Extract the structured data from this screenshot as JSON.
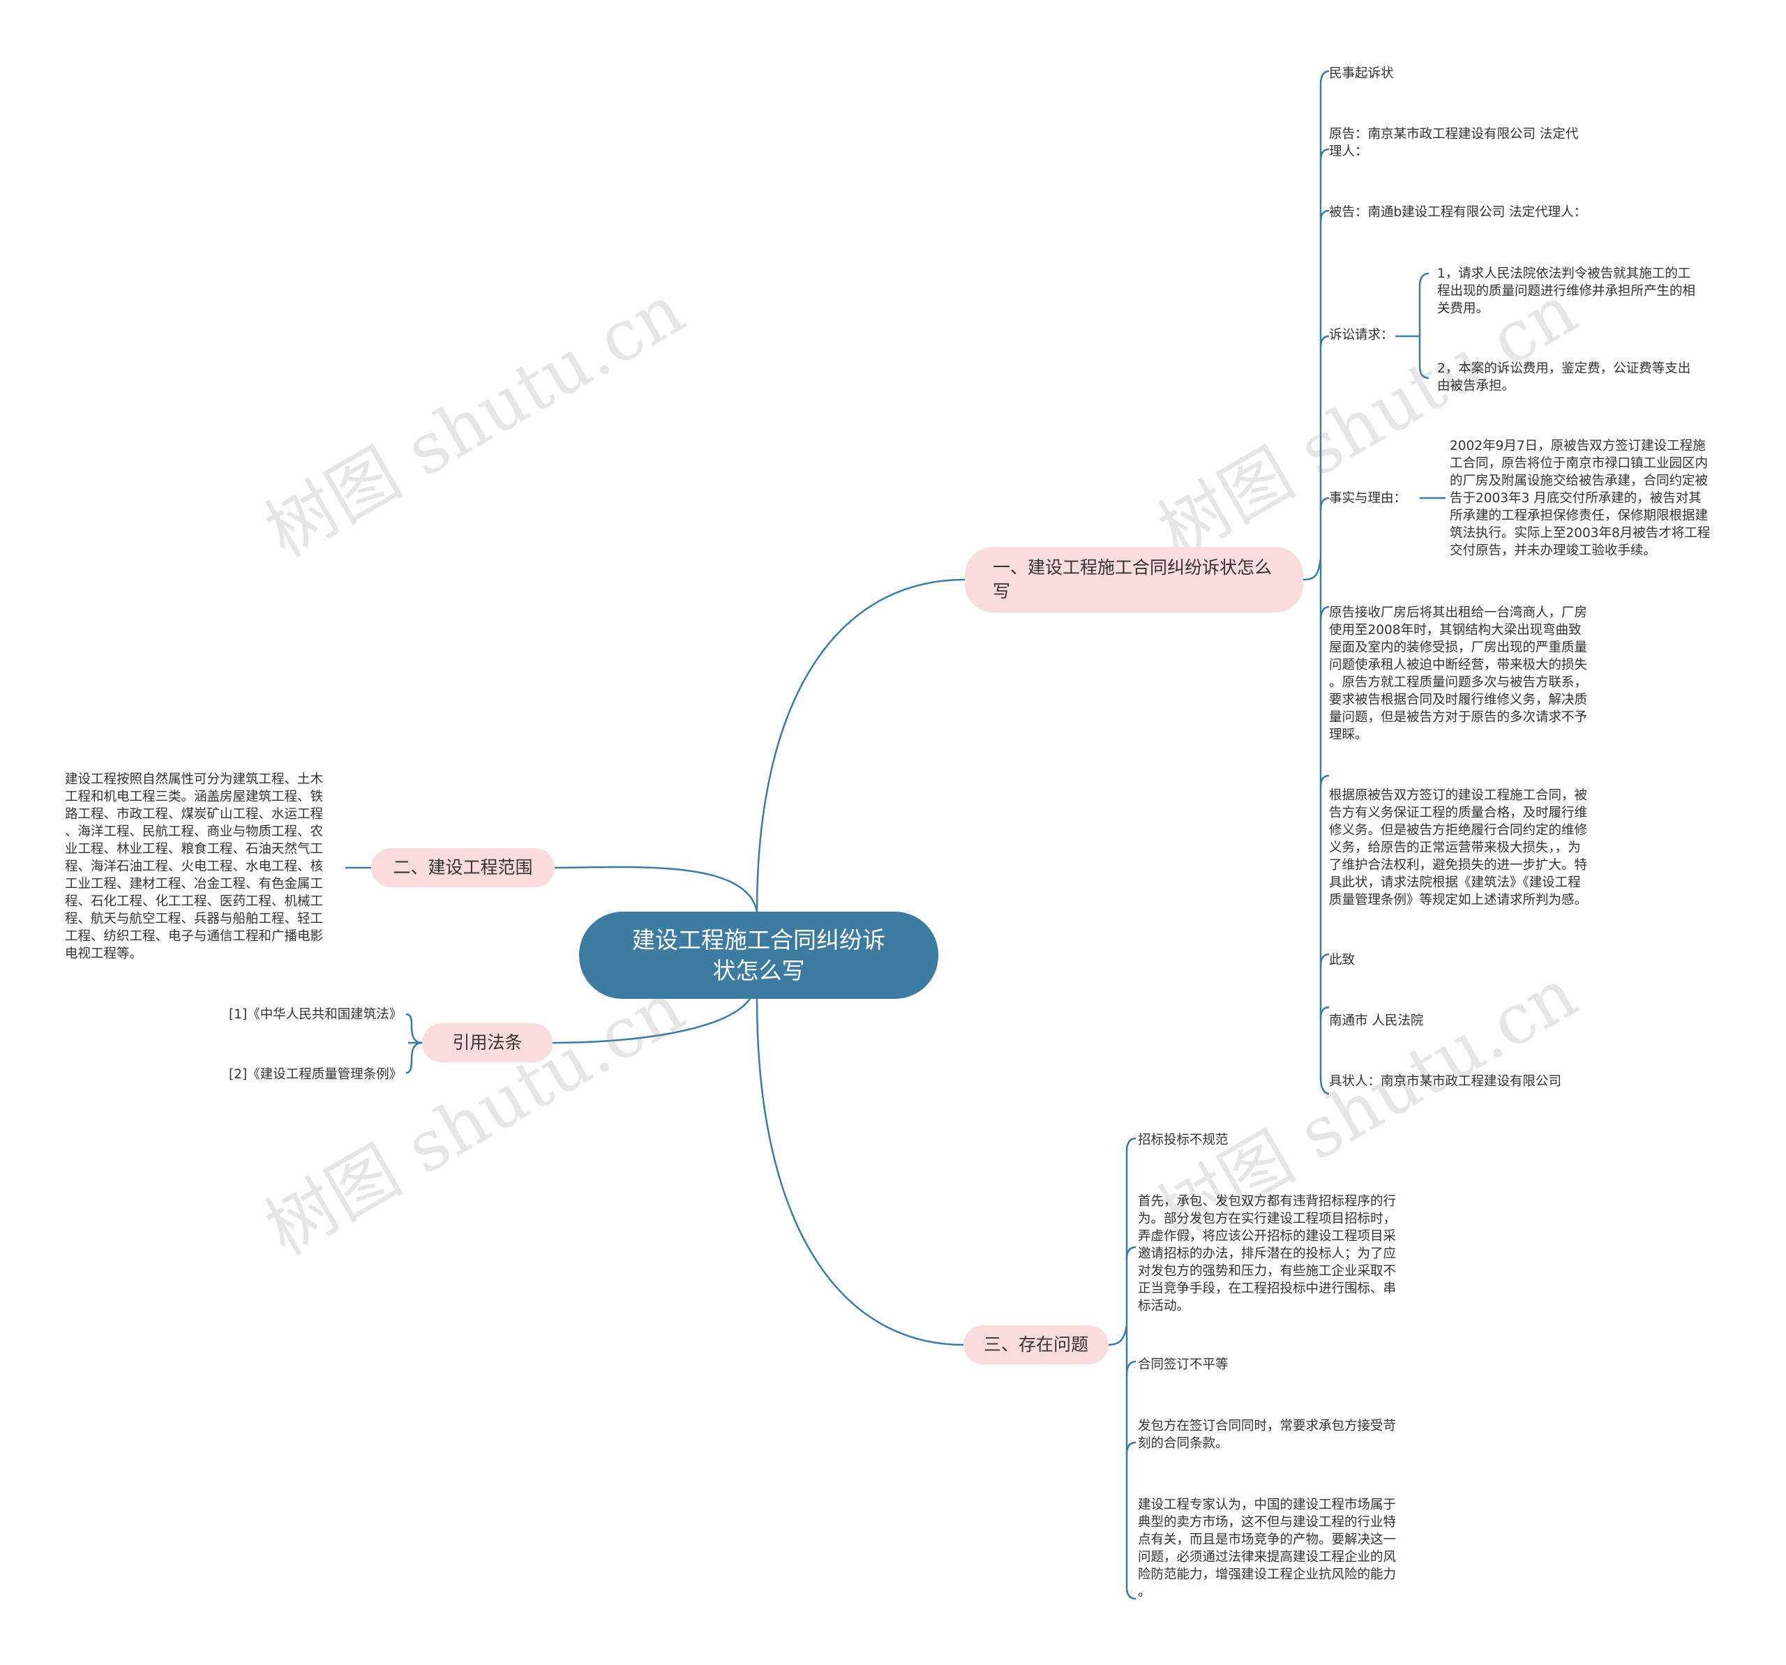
{
  "root": "建设工程施工合同纠纷诉状怎么写",
  "branches": {
    "complaint": {
      "label": "一、建设工程施工合同纠纷诉状怎么写",
      "items": [
        "民事起诉状",
        "原告：南京某市政工程建设有限公司 法定代\n理人：",
        "被告：南通b建设工程有限公司 法定代理人：",
        "诉讼请求：",
        "事实与理由：",
        "原告接收厂房后将其出租给一台湾商人，厂房\n使用至2008年时，其钢结构大梁出现弯曲致\n屋面及室内的装修受损，厂房出现的严重质量\n问题使承租人被迫中断经营，带来极大的损失\n。原告方就工程质量问题多次与被告方联系，\n要求被告根据合同及时履行维修义务，解决质\n量问题，但是被告方对于原告的多次请求不予\n理睬。",
        "根据原被告双方签订的建设工程施工合同，被\n告方有义务保证工程的质量合格，及时履行维\n修义务。但是被告方拒绝履行合同约定的维修\n义务，给原告的正常运营带来极大损失，，为\n了维护合法权利，避免损失的进一步扩大。特\n具此状，请求法院根据《建筑法》《建设工程\n质量管理条例》等规定如上述请求所判为感。",
        "此致",
        "南通市 人民法院",
        "具状人：南京市某市政工程建设有限公司"
      ],
      "claims": [
        "1，请求人民法院依法判令被告就其施工的工\n程出现的质量问题进行维修并承担所产生的相\n关费用。",
        "2，本案的诉讼费用，鉴定费，公证费等支出\n由被告承担。"
      ],
      "facts": "2002年9月7日，原被告双方签订建设工程施\n工合同，原告将位于南京市禄口镇工业园区内\n的厂房及附属设施交给被告承建，合同约定被\n告于2003年3 月底交付所承建的，被告对其\n所承建的工程承担保修责任，保修期限根据建\n筑法执行。实际上至2003年8月被告才将工程\n交付原告，并未办理竣工验收手续。"
    },
    "scope": {
      "label": "二、建设工程范围",
      "text": "建设工程按照自然属性可分为建筑工程、土木\n工程和机电工程三类。涵盖房屋建筑工程、铁\n路工程、市政工程、煤炭矿山工程、水运工程\n、海洋工程、民航工程、商业与物质工程、农\n业工程、林业工程、粮食工程、石油天然气工\n程、海洋石油工程、火电工程、水电工程、核\n工业工程、建材工程、冶金工程、有色金属工\n程、石化工程、化工工程、医药工程、机械工\n程、航天与航空工程、兵器与船舶工程、轻工\n工程、纺织工程、电子与通信工程和广播电影\n电视工程等。"
    },
    "laws": {
      "label": "引用法条",
      "items": [
        "[1]《中华人民共和国建筑法》",
        "[2]《建设工程质量管理条例》"
      ]
    },
    "problems": {
      "label": "三、存在问题",
      "items": [
        "招标投标不规范",
        "首先，承包、发包双方都有违背招标程序的行\n为。部分发包方在实行建设工程项目招标时，\n弄虚作假，将应该公开招标的建设工程项目采\n邀请招标的办法，排斥潜在的投标人；为了应\n对发包方的强势和压力，有些施工企业采取不\n正当竞争手段，在工程招投标中进行围标、串\n标活动。",
        "合同签订不平等",
        "发包方在签订合同同时，常要求承包方接受苛\n刻的合同条款。",
        "建设工程专家认为，中国的建设工程市场属于\n典型的卖方市场，这不但与建设工程的行业特\n点有关，而且是市场竞争的产物。要解决这一\n问题，必须通过法律来提高建设工程企业的风\n险防范能力，增强建设工程企业抗风险的能力\n。"
      ]
    }
  },
  "watermark": "树图 shutu.cn",
  "colors": {
    "root": "#3e7ba1",
    "branch": "#fbdcdc",
    "line": "#3e7ba1"
  }
}
